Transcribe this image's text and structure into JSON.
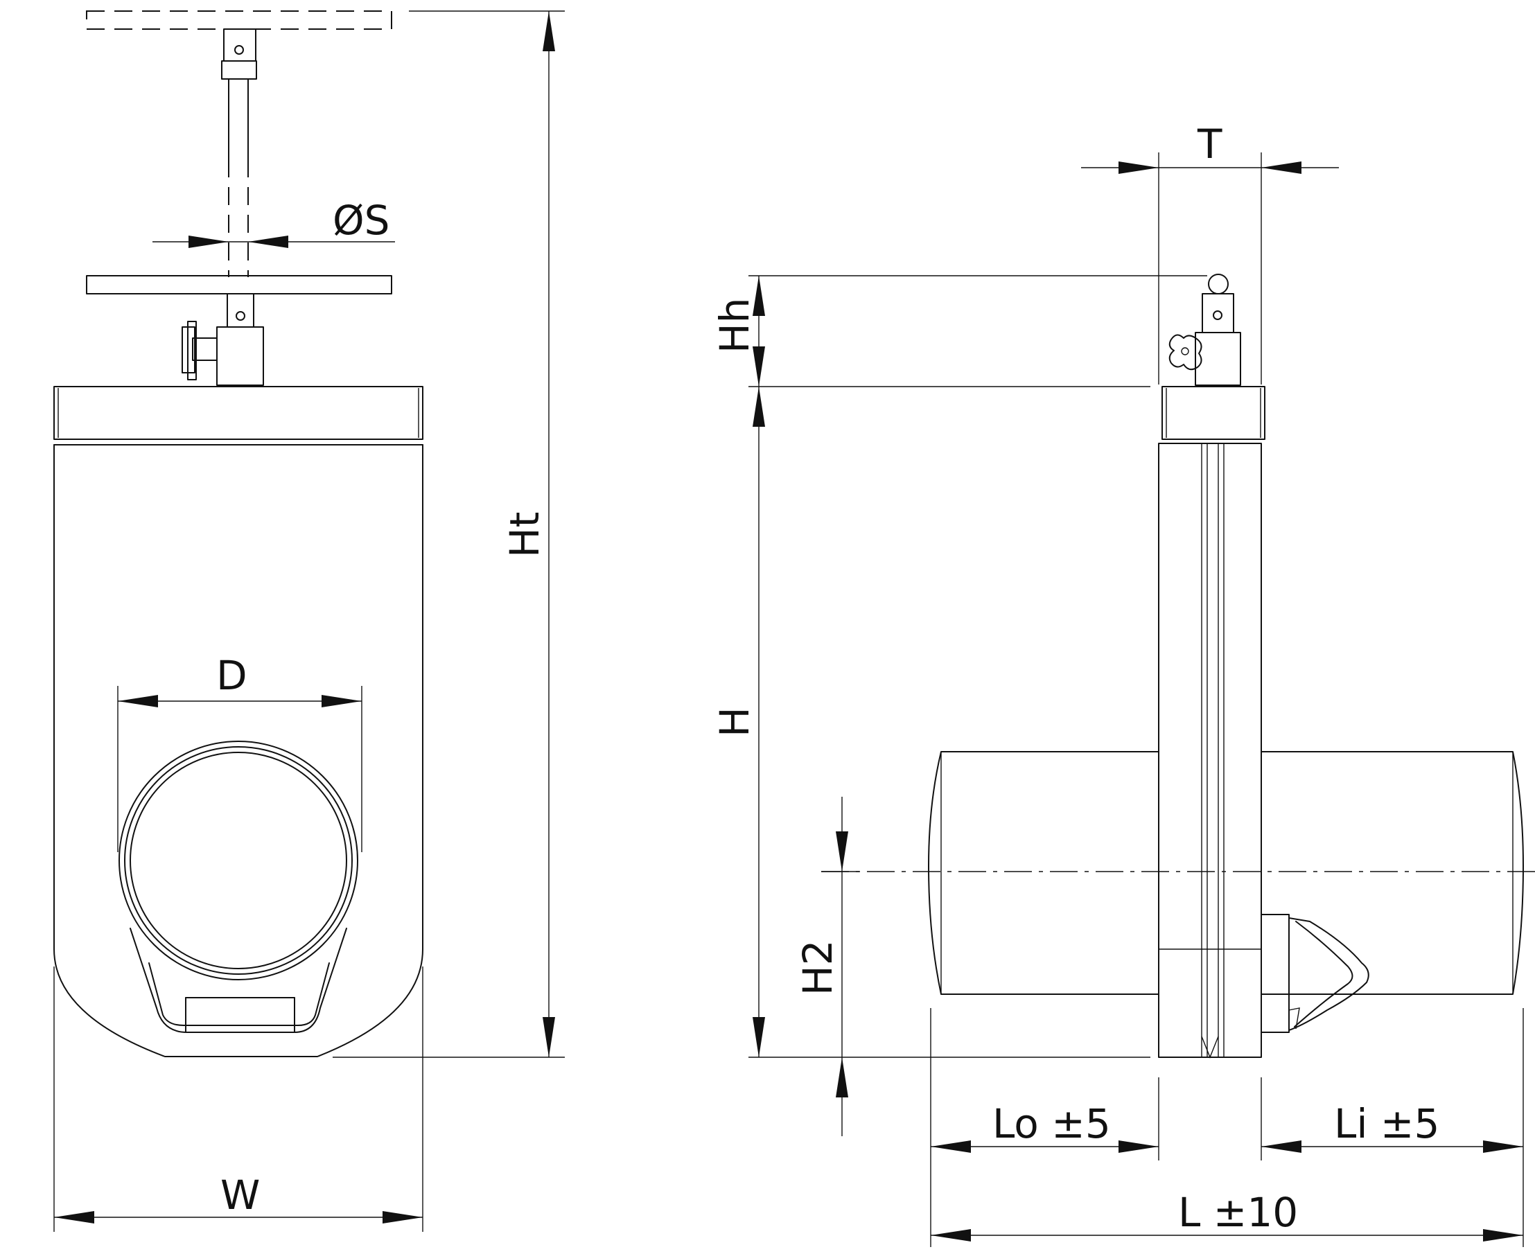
{
  "labels": {
    "phi_s": "ØS",
    "d": "D",
    "w": "W",
    "ht": "Ht",
    "t": "T",
    "hh": "Hh",
    "h": "H",
    "h2": "H2",
    "lo": "Lo ±5",
    "li": "Li ±5",
    "l": "L ±10"
  }
}
